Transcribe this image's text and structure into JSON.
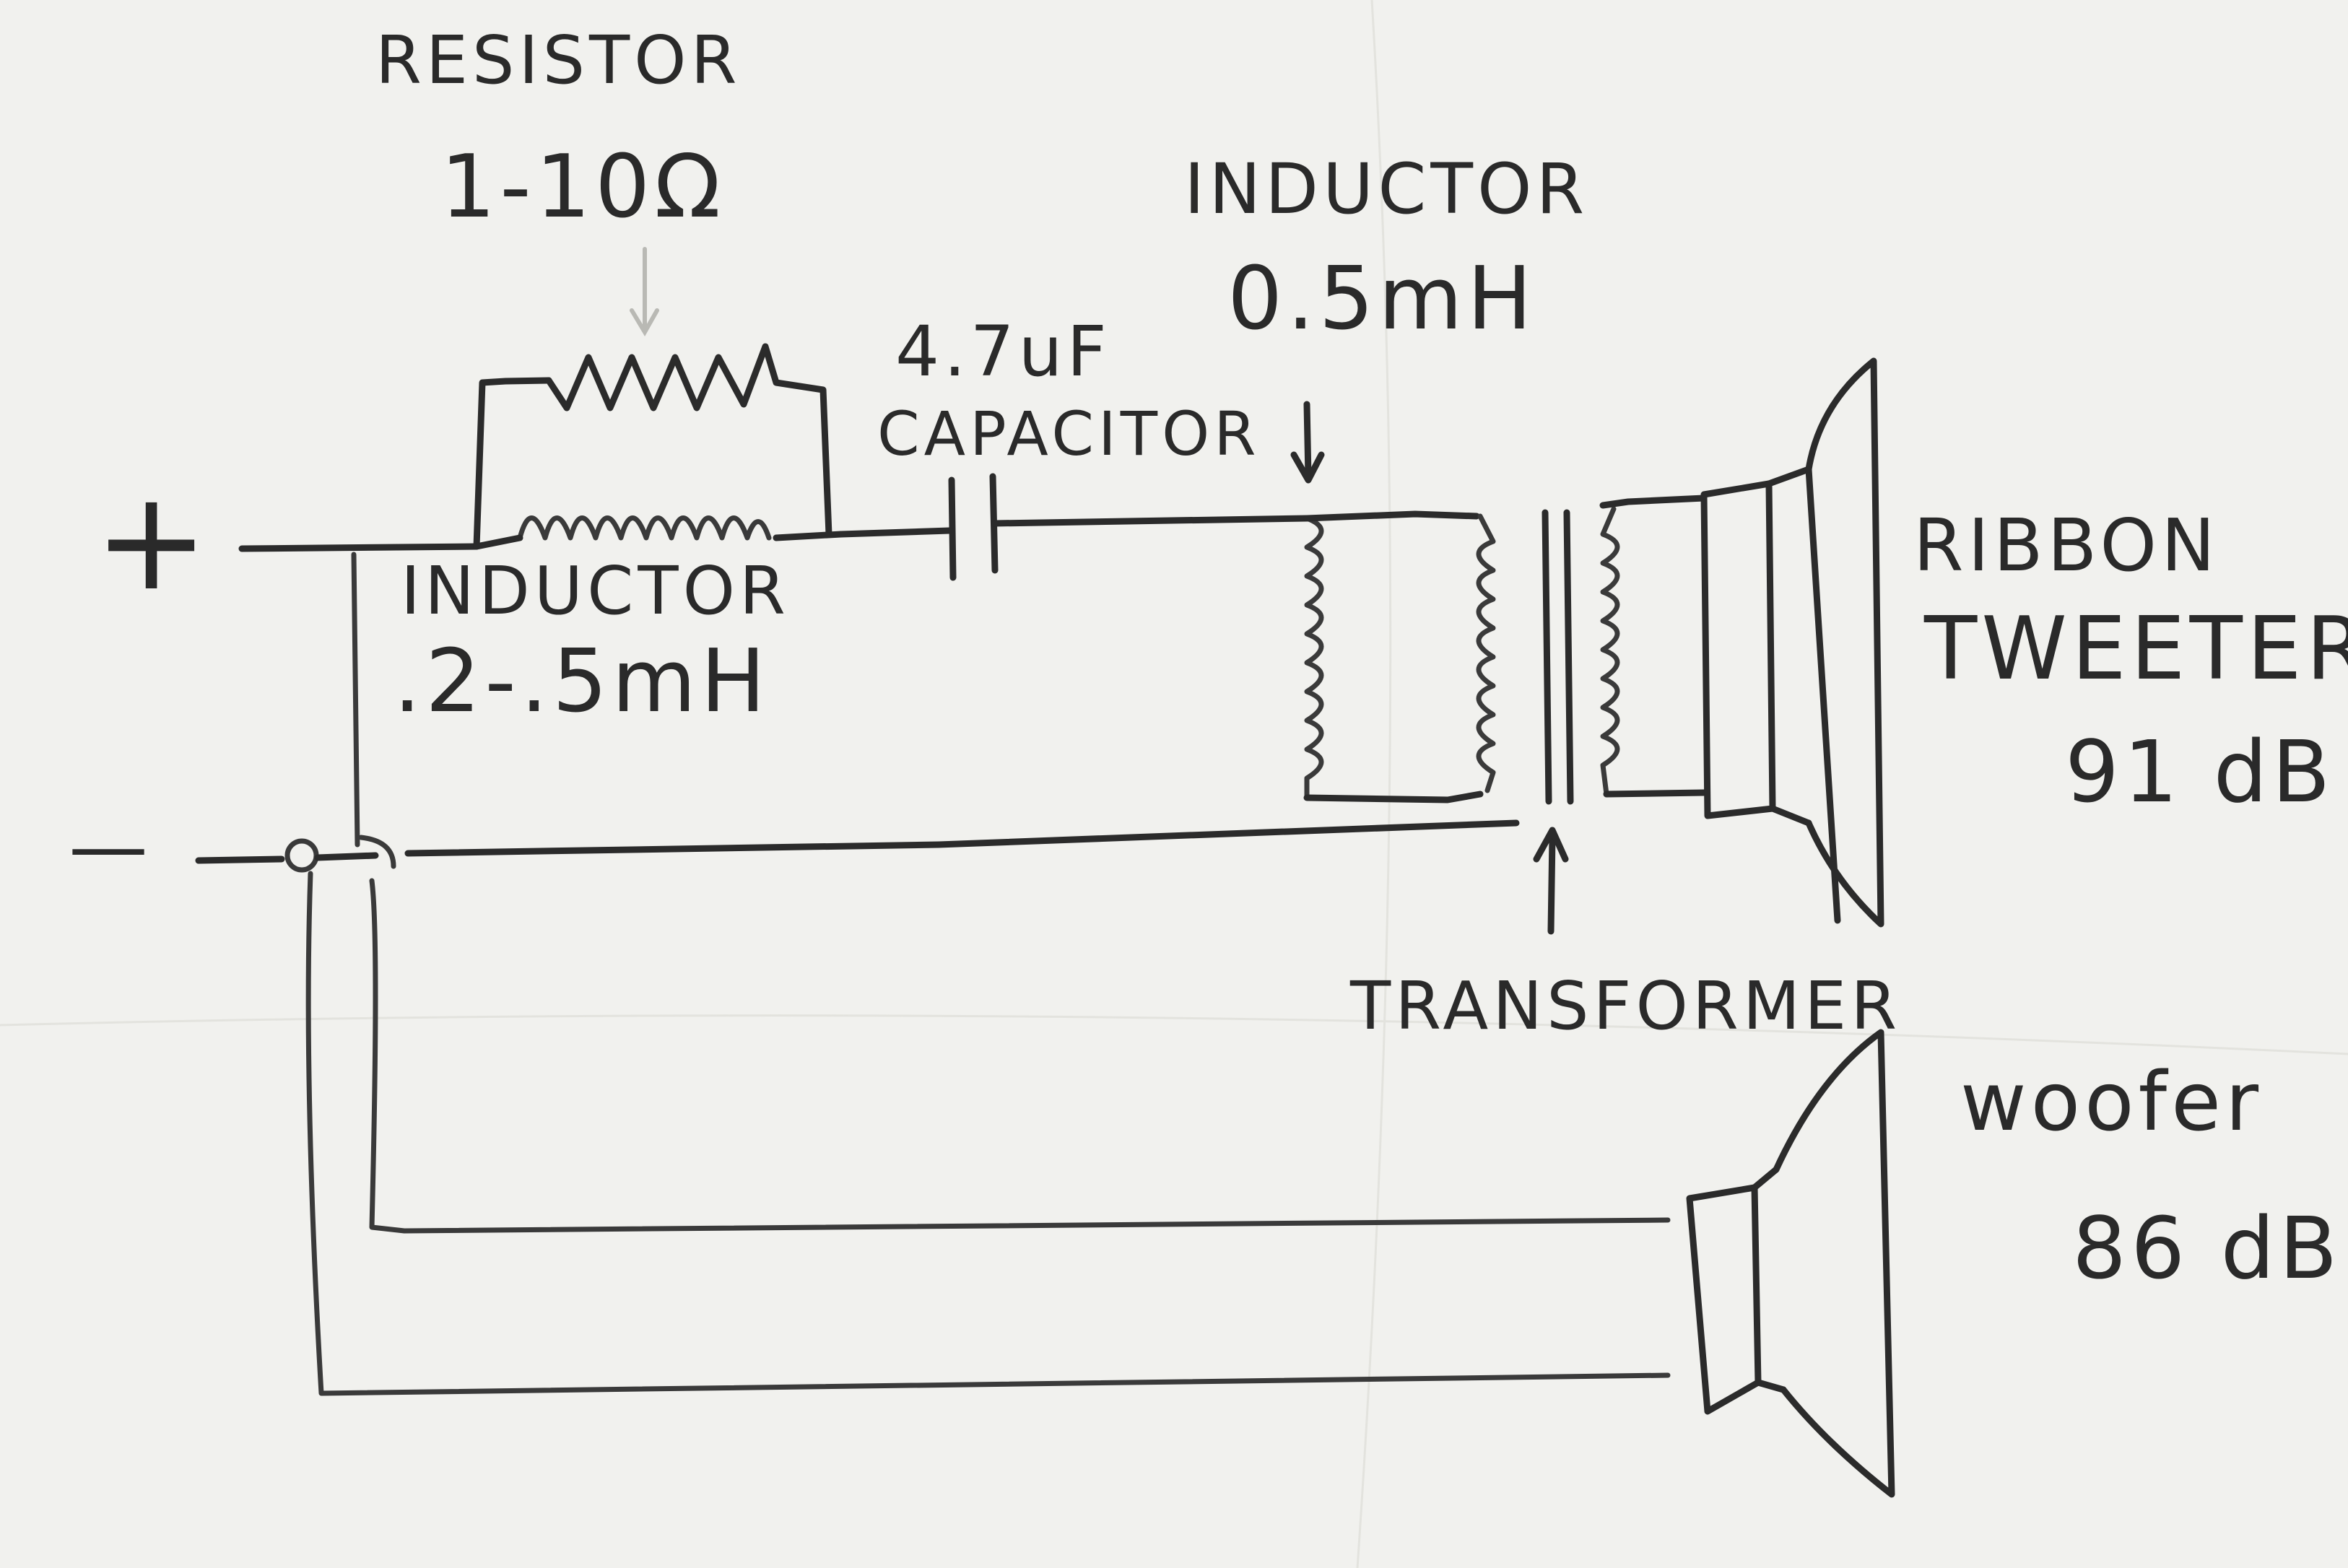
{
  "plus_terminal": "+",
  "minus_terminal": "—",
  "resistor": {
    "name": "RESISTOR",
    "value": "1-10Ω"
  },
  "inductor_1": {
    "name": "INDUCTOR",
    "value": ".2-.5mH"
  },
  "capacitor": {
    "value": "4.7uF",
    "name": "CAPACITOR"
  },
  "inductor_2": {
    "name": "INDUCTOR",
    "value": "0.5mH"
  },
  "transformer": {
    "name": "TRANSFORMER"
  },
  "tweeter": {
    "line1": "RIBBON",
    "line2": "TWEETER",
    "level": "91 dB"
  },
  "woofer": {
    "name": "woofer",
    "level": "86 dB"
  },
  "colors": {
    "paper": "#f1f1ee",
    "ink": "#2b2b2b"
  }
}
